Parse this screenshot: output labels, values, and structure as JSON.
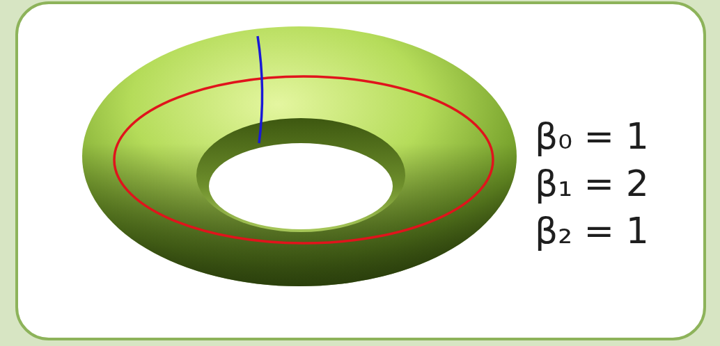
{
  "diagram": {
    "labels": [
      "β₀ = 1",
      "β₁ = 2",
      "β₂ = 1"
    ]
  }
}
